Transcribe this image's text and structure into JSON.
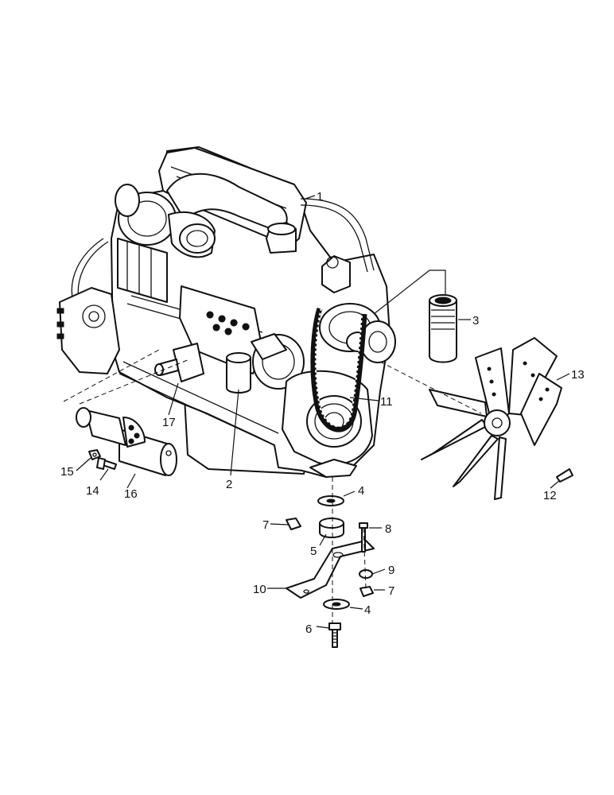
{
  "callouts": [
    {
      "id": "c1",
      "text": "1"
    },
    {
      "id": "c2",
      "text": "2"
    },
    {
      "id": "c3",
      "text": "3"
    },
    {
      "id": "c4a",
      "text": "4"
    },
    {
      "id": "c4b",
      "text": "4"
    },
    {
      "id": "c5",
      "text": "5"
    },
    {
      "id": "c6",
      "text": "6"
    },
    {
      "id": "c7a",
      "text": "7"
    },
    {
      "id": "c7b",
      "text": "7"
    },
    {
      "id": "c8",
      "text": "8"
    },
    {
      "id": "c9",
      "text": "9"
    },
    {
      "id": "c10",
      "text": "10"
    },
    {
      "id": "c11",
      "text": "11"
    },
    {
      "id": "c12",
      "text": "12"
    },
    {
      "id": "c13",
      "text": "13"
    },
    {
      "id": "c14",
      "text": "14"
    },
    {
      "id": "c15",
      "text": "15"
    },
    {
      "id": "c16",
      "text": "16"
    },
    {
      "id": "c17",
      "text": "17"
    }
  ],
  "colors": {
    "ink": "#111111",
    "paper": "#ffffff"
  }
}
